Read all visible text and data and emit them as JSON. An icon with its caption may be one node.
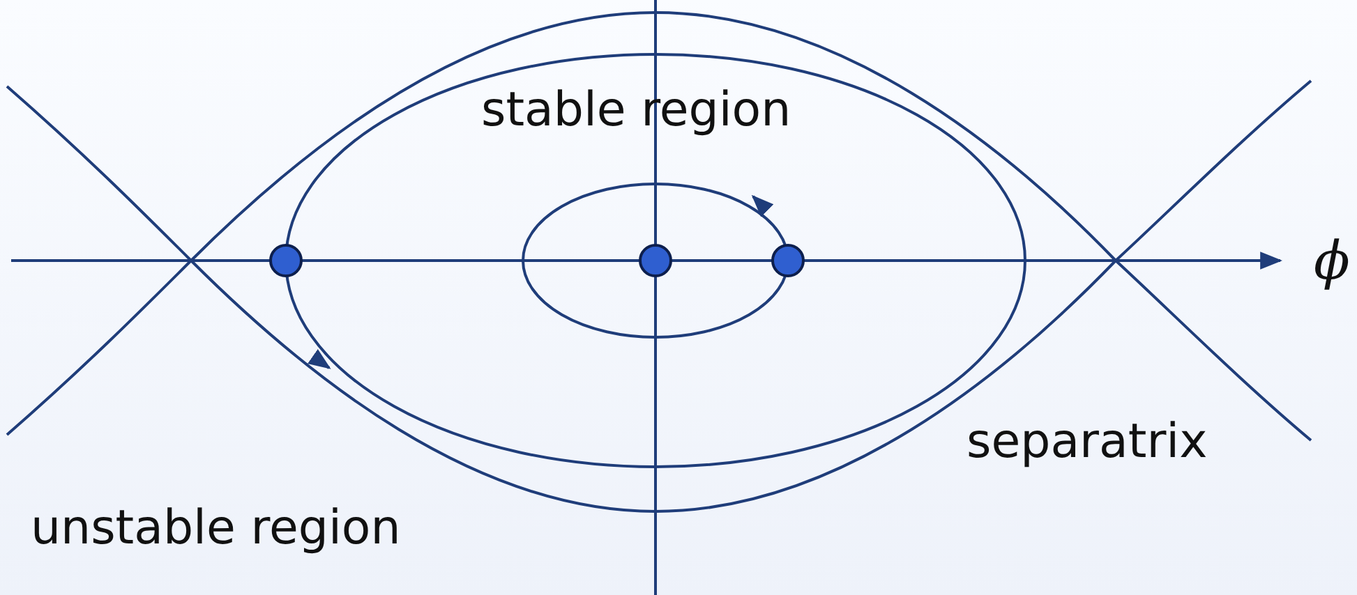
{
  "diagram": {
    "labels": [
      "stable region",
      "separatrix",
      "unstable region",
      "ϕ"
    ]
  }
}
